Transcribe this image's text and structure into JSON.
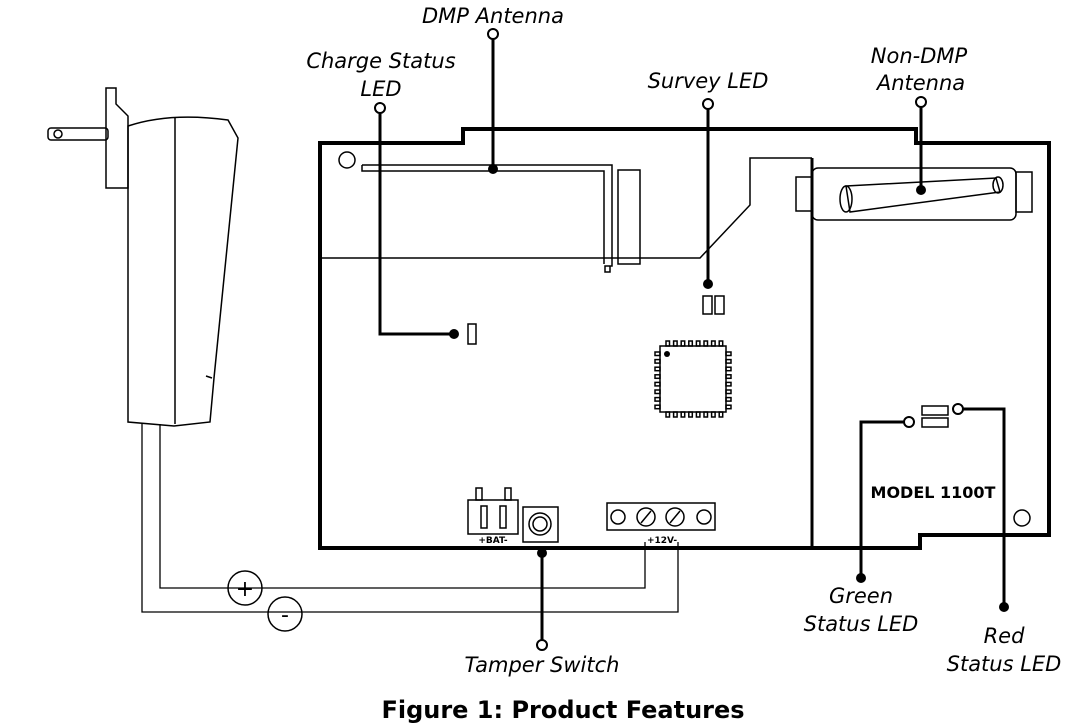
{
  "callouts": {
    "dmp_antenna": "DMP Antenna",
    "charge_status_led_line1": "Charge Status",
    "charge_status_led_line2": "LED",
    "survey_led": "Survey LED",
    "non_dmp_antenna_line1": "Non-DMP",
    "non_dmp_antenna_line2": "Antenna",
    "green_status_led_line1": "Green",
    "green_status_led_line2": "Status LED",
    "red_status_led_line1": "Red",
    "red_status_led_line2": "Status LED",
    "tamper_switch": "Tamper Switch"
  },
  "board": {
    "model_label": "MODEL 1100T",
    "bat_label": "+BAT-",
    "power_label": "+12V-"
  },
  "wiring": {
    "positive_symbol": "+",
    "negative_symbol": "-"
  },
  "caption": "Figure 1:  Product Features"
}
